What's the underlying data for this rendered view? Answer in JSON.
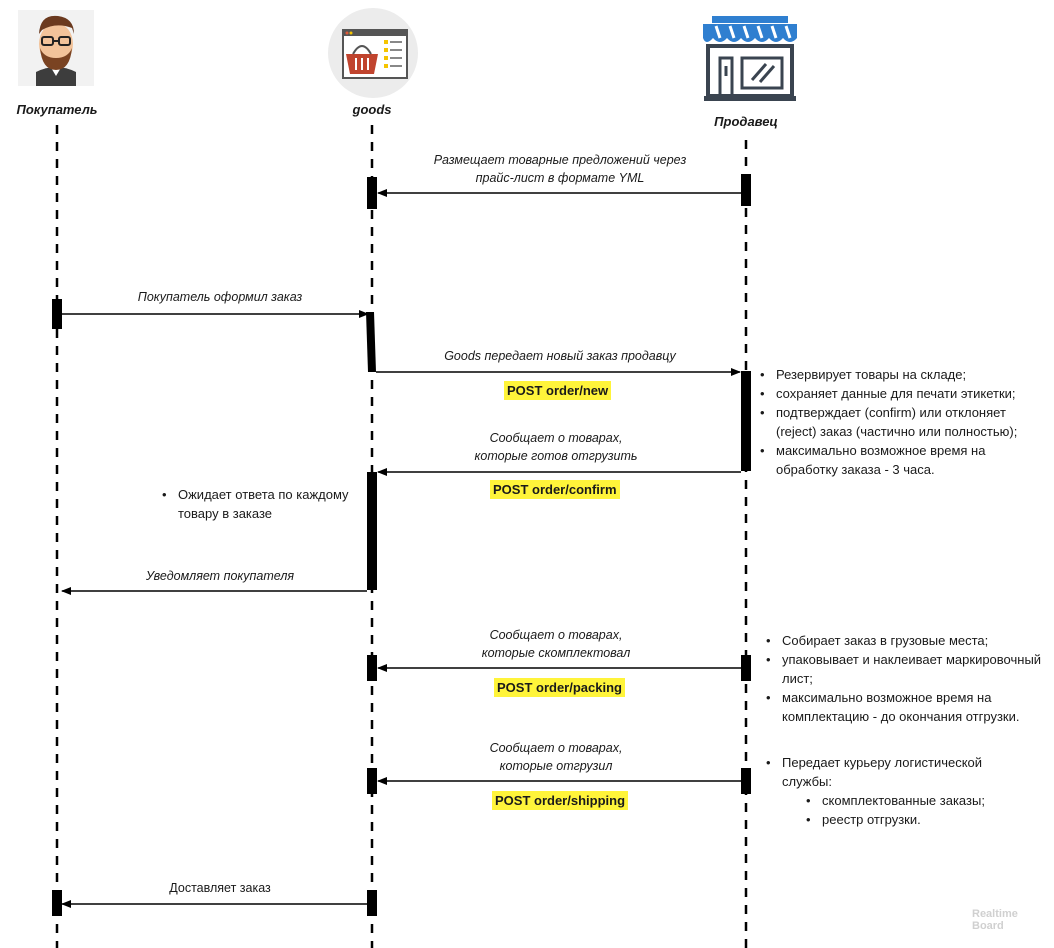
{
  "actors": {
    "buyer": {
      "label": "Покупатель",
      "icon": "man-with-glasses-beard-icon"
    },
    "goods": {
      "label": "goods",
      "icon": "shopping-basket-catalog-icon"
    },
    "seller": {
      "label": "Продавец",
      "icon": "storefront-awning-icon"
    }
  },
  "messages": {
    "m1": {
      "line1": "Размещает товарные предложений через",
      "line2": "прайс-лист в формате YML"
    },
    "m2": {
      "line1": "Покупатель оформил заказ"
    },
    "m3": {
      "line1": "Goods передает новый заказ продавцу",
      "api": "POST order/new"
    },
    "m4": {
      "line1": "Сообщает о товарах,",
      "line2": "которые готов отгрузить",
      "api": "POST order/confirm"
    },
    "m5": {
      "line1": "Уведомляет покупателя"
    },
    "m6": {
      "line1": "Сообщает о товарах,",
      "line2": "которые скомплектовал",
      "api": "POST order/packing"
    },
    "m7": {
      "line1": "Сообщает о товарах,",
      "line2": "которые отгрузил",
      "api": "POST order/shipping"
    },
    "m8": {
      "line1": "Доставляет заказ"
    }
  },
  "notes": {
    "seller_new": [
      "Резервирует товары на складе;",
      "сохраняет данные для печати этикетки;",
      "подтверждает (confirm) или отклоняет (reject)  заказ (частично или полностью);",
      "максимально возможное время на обработку заказа - 3 часа."
    ],
    "goods_wait": [
      "Ожидает ответа по каждому товару в заказе"
    ],
    "seller_packing": [
      "Собирает заказ в грузовые места;",
      "упаковывает и наклеивает маркировочный лист;",
      "максимально возможное время на комплектацию - до окончания отгрузки."
    ],
    "seller_shipping": {
      "main": "Передает курьеру логистической службы:",
      "sub": [
        "скомплектованные заказы;",
        "реестр отгрузки."
      ]
    }
  },
  "watermark": {
    "line1": "Realtime",
    "line2": "Board"
  },
  "colors": {
    "highlight": "#fff43a",
    "store_blue": "#2f7fd0",
    "lifeline": "#000000"
  }
}
